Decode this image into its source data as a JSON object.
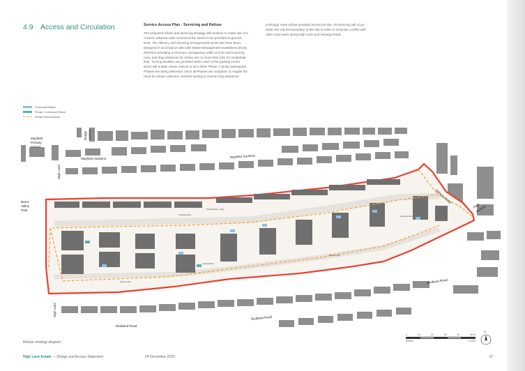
{
  "section": {
    "number": "4.9",
    "title": "Access and Circulation"
  },
  "column1": {
    "heading": "Service Access Plan - Servicing and Refuse",
    "body": "The proposed refuse and servicing strategy will continue to make use of a Council collection with communal bin stores to be provided at ground level. The delivery and servicing arrangements at the site have been designed in accordance with LBE Waste Management Guidelines (2016), therefore providing a minimum carriageway width of 5.0m and ensuring carry and drag distances for refuse are no more than 10m for residential flats. Turning facilities are provided within each of the parking courts which will enable refuse vehicle to turn within Phase 1 whilst subsequent Phases are being delivered. Once all Phases are complete, to negate the need for refuse collection vehicles having to reverse long distances"
  },
  "column2": {
    "body": "a through route will be provided across the site. All servicing will occur within the red line boundary of the site in order to minimise conflict with other road users along High Lane and Hanway Road."
  },
  "legend": {
    "items": [
      {
        "label": "Communal Refuse",
        "color": "#8cc1e2"
      },
      {
        "label": "Private / Communal Refuse",
        "color": "#58b3a8"
      },
      {
        "label": "Refuse vehicle access",
        "color": "#f2a13c"
      }
    ]
  },
  "map": {
    "labels": {
      "mayfield_school": [
        "Mayfield",
        "Primary",
        "School"
      ],
      "brent_valley_park": [
        "Brent",
        "Valley",
        "Park"
      ],
      "high_lane": "High Lane",
      "high_lane_south": "High Lane",
      "mayfield_gardens_west": "Mayfield Gardens",
      "mayfield_gardens_east": "Mayfield Gardens",
      "studland_road_west": "Studland Road",
      "studland_road_mid": "Studland Road",
      "studland_road_east": "Studland Road",
      "hanway_road": "Hanway Road",
      "high_avenue": [
        "High",
        "Avenue"
      ],
      "bridge_avenue": [
        "Bridge",
        "Avenue"
      ],
      "central_park": "Central Park",
      "green_lane": "Green Lane",
      "green_lane_2": "Green Lane",
      "pocket_park": "Pocket Park + Play",
      "growing_area": "Growing area",
      "parking_court": "parking court"
    },
    "boundary_color": "#e8402f",
    "route_color": "#f2a13c"
  },
  "caption": "Refuse strategy diagram",
  "footer": {
    "project": "High Lane Estate",
    "doc": " — Design and Access Statement",
    "date": "04 December 2020",
    "page": "57"
  },
  "scale": {
    "ticks": [
      "0",
      "10",
      "20",
      "30",
      "40",
      "50 m"
    ],
    "unit": "Metres",
    "ratio": "1:1250"
  },
  "north": "N"
}
